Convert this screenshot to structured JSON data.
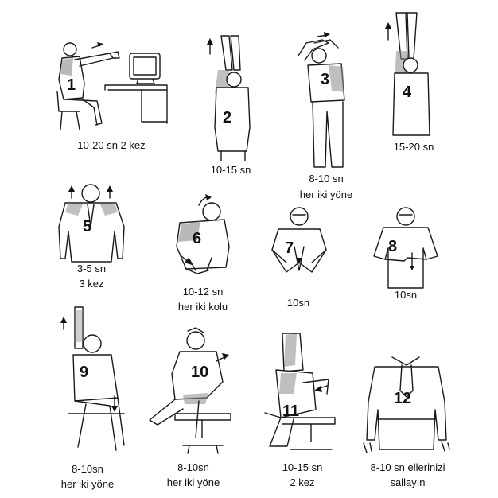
{
  "exercises": [
    {
      "number": "1",
      "line1": "10-20 sn 2 kez",
      "line2": ""
    },
    {
      "number": "2",
      "line1": "10-15 sn",
      "line2": ""
    },
    {
      "number": "3",
      "line1": "8-10 sn",
      "line2": "her iki yöne"
    },
    {
      "number": "4",
      "line1": "15-20 sn",
      "line2": ""
    },
    {
      "number": "5",
      "line1": "3-5 sn",
      "line2": "3 kez"
    },
    {
      "number": "6",
      "line1": "10-12 sn",
      "line2": "her iki kolu"
    },
    {
      "number": "7",
      "line1": "10sn",
      "line2": ""
    },
    {
      "number": "8",
      "line1": "10sn",
      "line2": ""
    },
    {
      "number": "9",
      "line1": "8-10sn",
      "line2": "her iki yöne"
    },
    {
      "number": "10",
      "line1": "8-10sn",
      "line2": "her iki yöne"
    },
    {
      "number": "11",
      "line1": "10-15 sn",
      "line2": "2 kez"
    },
    {
      "number": "12",
      "line1": "8-10 sn ellerinizi",
      "line2": "sallayın"
    }
  ]
}
